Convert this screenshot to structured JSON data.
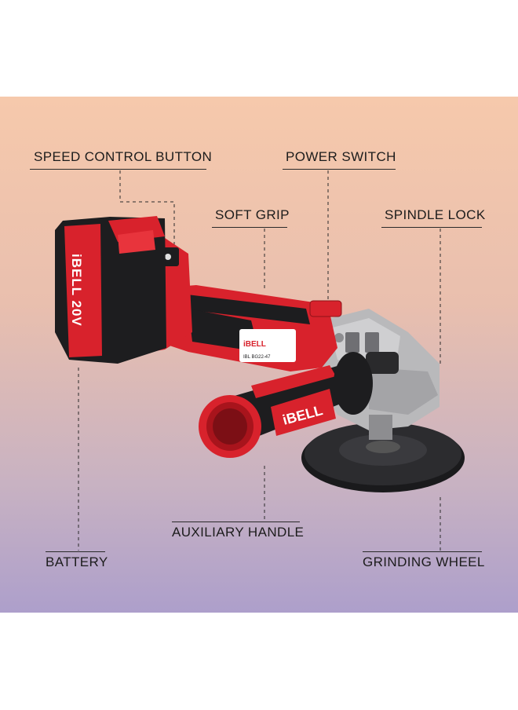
{
  "callouts": {
    "speed_control_button": "SPEED CONTROL BUTTON",
    "power_switch": "POWER SWITCH",
    "soft_grip": "SOFT GRIP",
    "spindle_lock": "SPINDLE LOCK",
    "auxiliary_handle": "AUXILIARY HANDLE",
    "battery": "BATTERY",
    "grinding_wheel": "GRINDING WHEEL"
  },
  "product": {
    "brand_battery": "iBELL 20V",
    "brand_body": "iBELL",
    "brand_handle": "iBELL",
    "model": "IBL BG22-47"
  },
  "colors": {
    "background_top": "#f6c9ac",
    "background_bottom": "#ad9fcb",
    "tool_red": "#d8222c",
    "tool_black": "#1d1d1f",
    "tool_grey": "#b9b9bb",
    "label_text": "#1c1c1c"
  }
}
